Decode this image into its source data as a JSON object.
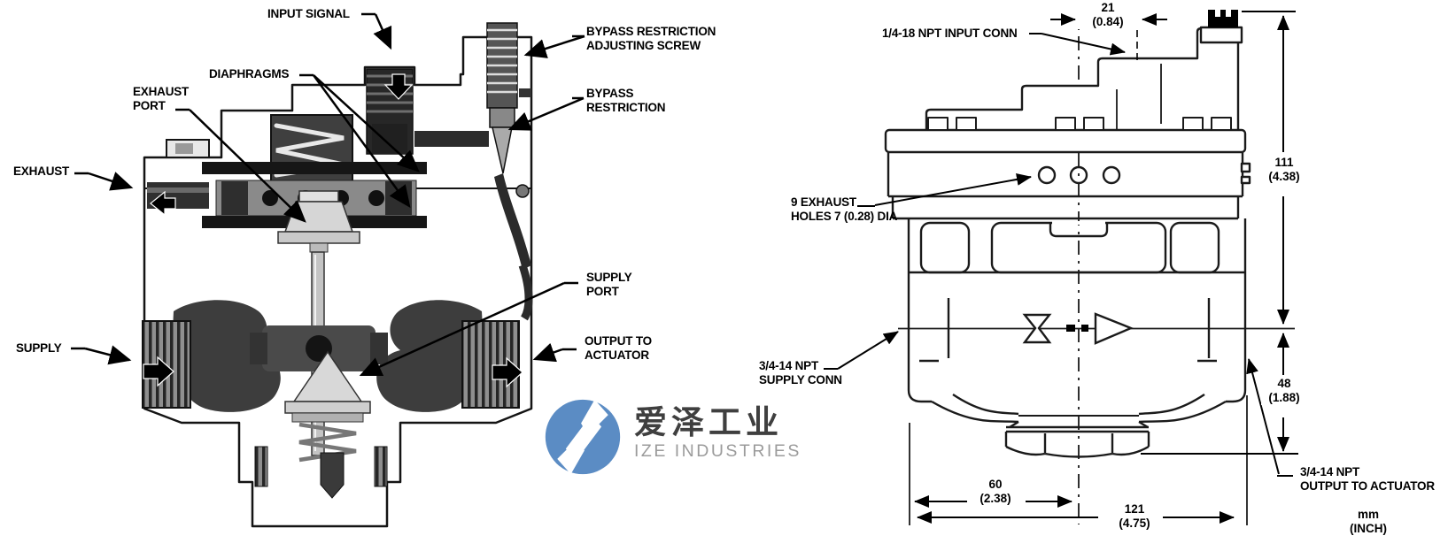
{
  "cutaway": {
    "labels": {
      "input_signal": "INPUT SIGNAL",
      "bypass_adjusting": {
        "line1": "BYPASS RESTRICTION",
        "line2": "ADJUSTING SCREW"
      },
      "diaphragms": "DIAPHRAGMS",
      "exhaust_port": {
        "line1": "EXHAUST",
        "line2": "PORT"
      },
      "bypass_restriction": {
        "line1": "BYPASS",
        "line2": "RESTRICTION"
      },
      "exhaust": "EXHAUST",
      "supply": "SUPPLY",
      "supply_port": {
        "line1": "SUPPLY",
        "line2": "PORT"
      },
      "output_to_actuator": {
        "line1": "OUTPUT TO",
        "line2": "ACTUATOR"
      }
    }
  },
  "dimensions": {
    "offset_21": {
      "mm": "21",
      "inch": "(0.84)"
    },
    "height_111": {
      "mm": "111",
      "inch": "(4.38)"
    },
    "height_48": {
      "mm": "48",
      "inch": "(1.88)"
    },
    "width_60": {
      "mm": "60",
      "inch": "(2.38)"
    },
    "width_121": {
      "mm": "121",
      "inch": "(4.75)"
    },
    "units": {
      "line1": "mm",
      "line2": "(INCH)"
    }
  },
  "dimension_labels": {
    "input_conn": "1/4-18 NPT INPUT CONN",
    "exhaust_holes": {
      "line1": "9 EXHAUST",
      "line2": "HOLES 7 (0.28) DIA"
    },
    "supply_conn": {
      "line1": "3/4-14 NPT",
      "line2": "SUPPLY CONN"
    },
    "output_conn": {
      "line1": "3/4-14 NPT",
      "line2": "OUTPUT TO ACTUATOR"
    }
  },
  "watermark": {
    "brand_cn": "爱泽工业",
    "brand_en": "IZE INDUSTRIES",
    "logo_color": "#5b8cc4",
    "cn_color": "#3f3f3f",
    "en_color": "#9b9b9b"
  }
}
